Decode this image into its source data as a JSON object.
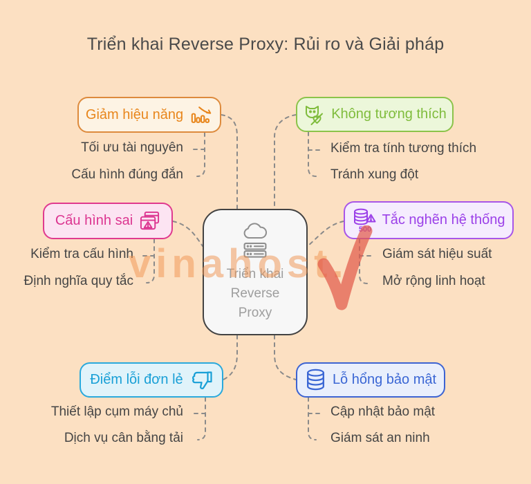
{
  "title": "Triển khai Reverse Proxy: Rủi ro và Giải pháp",
  "center": {
    "line1": "Triển khai",
    "line2": "Reverse",
    "line3": "Proxy",
    "icons": [
      "cloud-icon",
      "server-icon"
    ]
  },
  "branches": [
    {
      "id": "performance",
      "label": "Giảm hiệu năng",
      "icon": "declining-chart-icon",
      "accent": "#e8861c",
      "items": [
        "Tối ưu tài nguyên",
        "Cấu hình đúng đắn"
      ]
    },
    {
      "id": "incompatibility",
      "label": "Không tương thích",
      "icon": "cat-broken-heart-icon",
      "accent": "#8bc34a",
      "items": [
        "Kiểm tra tính tương thích",
        "Tránh xung đột"
      ]
    },
    {
      "id": "misconfiguration",
      "label": "Cấu hình sai",
      "icon": "browser-warning-icon",
      "accent": "#e03a8e",
      "items": [
        "Kiểm tra cấu hình",
        "Định nghĩa quy tắc"
      ]
    },
    {
      "id": "bottleneck",
      "label": "Tắc nghẽn hệ thống",
      "icon": "database-warning-icon",
      "icon_text": "500",
      "accent": "#a855e8",
      "items": [
        "Giám sát hiệu suất",
        "Mở rộng linh hoạt"
      ]
    },
    {
      "id": "single-point-failure",
      "label": "Điểm lỗi đơn lẻ",
      "icon": "thumbs-down-icon",
      "accent": "#29a9dc",
      "items": [
        "Thiết lập cụm máy chủ",
        "Dịch vụ cân bằng tải"
      ]
    },
    {
      "id": "security",
      "label": "Lỗ hổng bảo mật",
      "icon": "database-icon",
      "accent": "#3a66d4",
      "items": [
        "Cập nhật bảo mật",
        "Giám sát an ninh"
      ]
    }
  ],
  "watermark": {
    "text": "vinahost.",
    "mark": "check",
    "color": "#f0924e",
    "mark_color": "#e25a4b"
  },
  "colors": {
    "background": "#fce0c2",
    "title_text": "#4a4a4a",
    "item_text": "#454545",
    "connector": "#8a8a8a",
    "center_text": "#9e9e9e",
    "center_border": "#424242"
  }
}
